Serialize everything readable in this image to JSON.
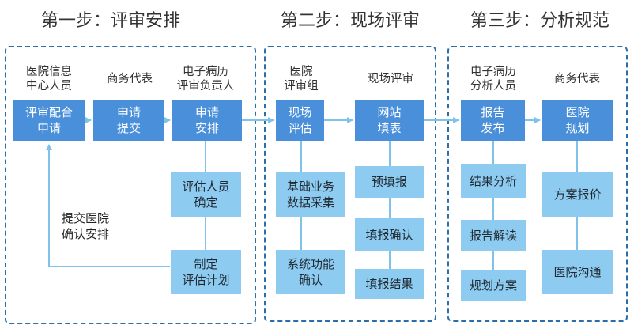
{
  "stages": [
    {
      "title": "第一步：评审安排"
    },
    {
      "title": "第二步：现场评审"
    },
    {
      "title": "第三步：分析规范"
    }
  ],
  "roles": {
    "hospital_info": "医院信息\n中心人员",
    "business_rep_1": "商务代表",
    "emr_review_lead": "电子病历\n评审负责人",
    "hospital_review_team": "医院\n评审组",
    "onsite_review": "现场评审",
    "emr_analyst": "电子病历\n分析人员",
    "business_rep_3": "商务代表"
  },
  "nodes": {
    "review_cooperate": "评审配合\n申请",
    "apply_submit": "申请\n提交",
    "apply_arrange": "申请\n安排",
    "confirm_assessors": "评估人员\n确定",
    "make_plan": "制定\n评估计划",
    "onsite_assess": "现场\n评估",
    "web_fill": "网站\n填表",
    "basic_data": "基础业务\n数据采集",
    "system_confirm": "系统功能\n确认",
    "pre_fill": "预填报",
    "fill_confirm": "填报确认",
    "fill_result": "填报结果",
    "report_publish": "报告\n发布",
    "hospital_plan": "医院\n规划",
    "result_analysis": "结果分析",
    "report_interpret": "报告解读",
    "plan_solution": "规划方案",
    "quote": "方案报价",
    "hospital_comm": "医院沟通"
  },
  "feedback_label": "提交医院\n确认安排",
  "colors": {
    "dark_node": "#4a8fd9",
    "light_node": "#8ecbf0",
    "arrow": "#7fc3ea",
    "border": "#2b6ea8"
  }
}
